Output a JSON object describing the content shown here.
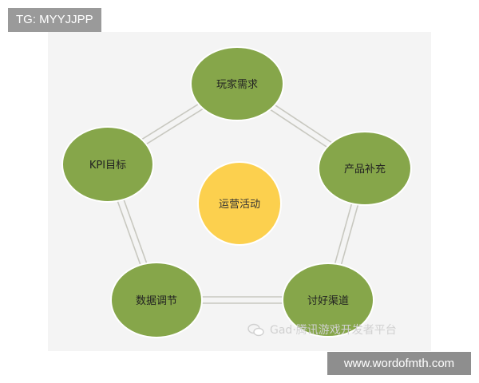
{
  "watermark_top": "TG: MYYJJPP",
  "watermark_bottom": "www.wordofmth.com",
  "brand_watermark": "Gad·腾讯游戏开发者平台",
  "center": {
    "label": "运营活动",
    "color": "#fcd04e"
  },
  "cycle": {
    "node_color": "#86a64a",
    "link_color": "#c8c8c0",
    "nodes": [
      {
        "id": "player-needs",
        "label": "玩家需求"
      },
      {
        "id": "product-supplement",
        "label": "产品补充"
      },
      {
        "id": "please-channels",
        "label": "讨好渠道"
      },
      {
        "id": "data-adjust",
        "label": "数据调节"
      },
      {
        "id": "kpi-target",
        "label": "KPI目标"
      }
    ]
  }
}
